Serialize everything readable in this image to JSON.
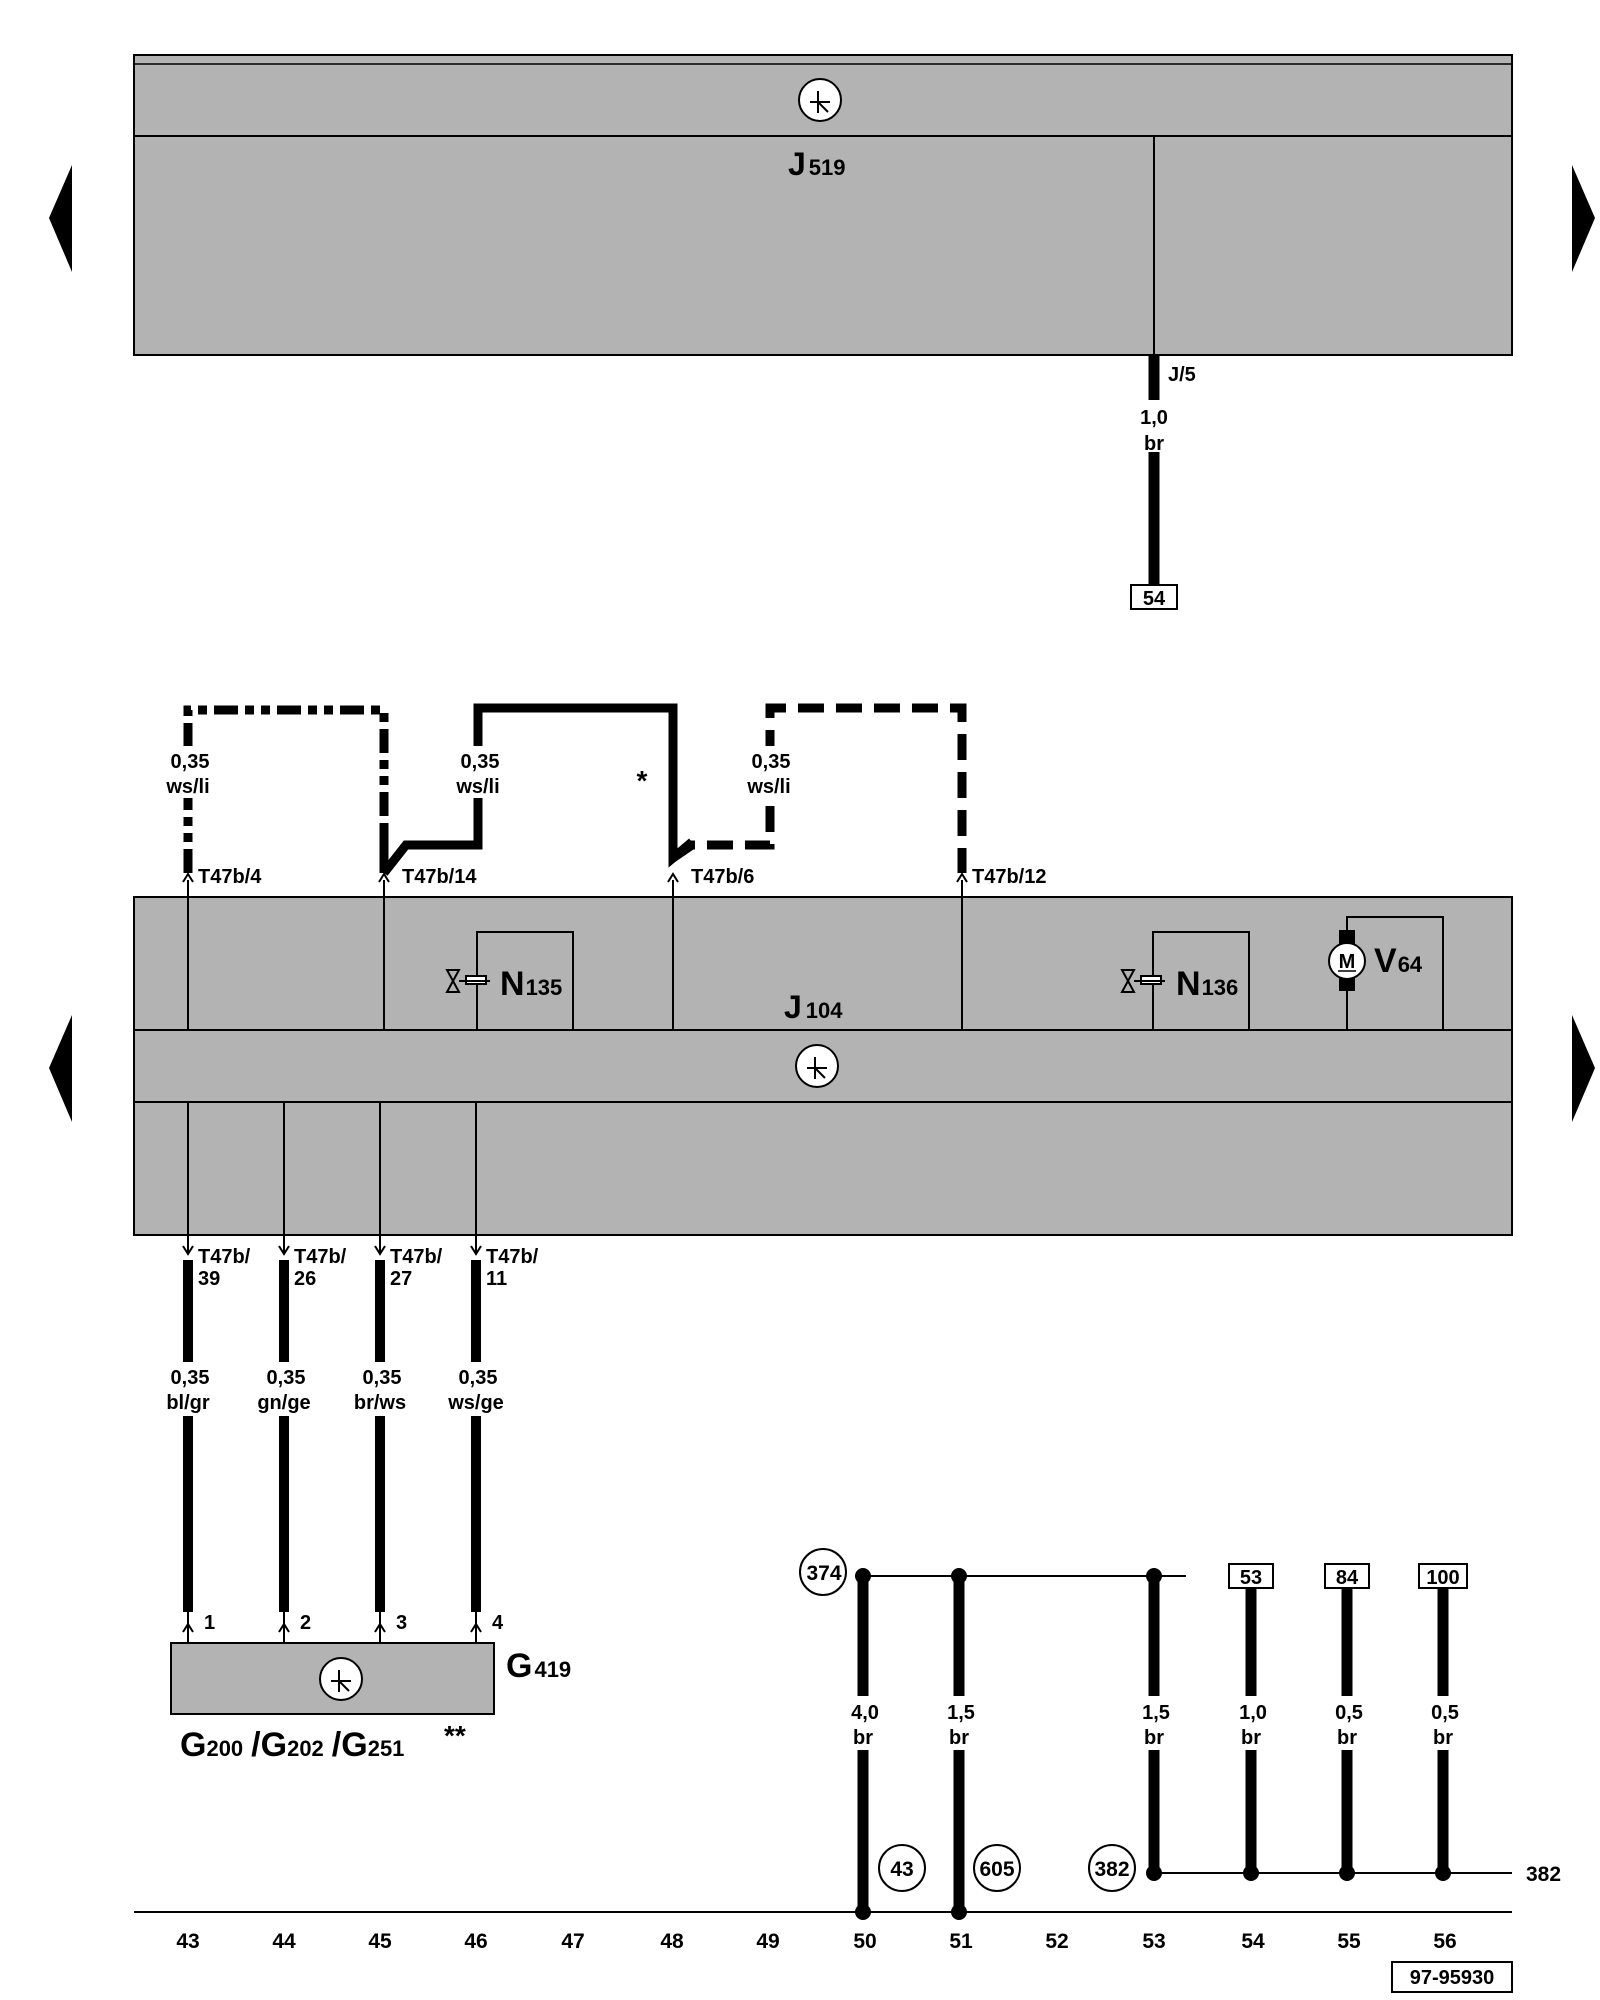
{
  "top_module": {
    "name_main": "J",
    "name_sub": "519",
    "pin": "J/5",
    "wire": {
      "gauge": "1,0",
      "color": "br"
    },
    "ref_box": "54"
  },
  "mid_module": {
    "name_main": "J",
    "name_sub": "104",
    "connectors_top": [
      "T47b/4",
      "T47b/14",
      "T47b/6",
      "T47b/12"
    ],
    "top_wires": [
      {
        "gauge": "0,35",
        "color": "ws/li",
        "style": "dotted"
      },
      {
        "gauge": "0,35",
        "color": "ws/li",
        "style": "solid"
      },
      {
        "gauge": "0,35",
        "color": "ws/li",
        "style": "dashed"
      }
    ],
    "asterisk": "*",
    "components": [
      {
        "main": "N",
        "sub": "135",
        "icon": "valve-icon"
      },
      {
        "main": "N",
        "sub": "136",
        "icon": "valve-icon"
      },
      {
        "main": "V",
        "sub": "64",
        "icon": "motor-icon",
        "motor_letter": "M"
      }
    ],
    "connectors_bottom": [
      {
        "line1": "T47b/",
        "line2": "39"
      },
      {
        "line1": "T47b/",
        "line2": "26"
      },
      {
        "line1": "T47b/",
        "line2": "27"
      },
      {
        "line1": "T47b/",
        "line2": "11"
      }
    ],
    "bottom_wires": [
      {
        "gauge": "0,35",
        "color": "bl/gr"
      },
      {
        "gauge": "0,35",
        "color": "gn/ge"
      },
      {
        "gauge": "0,35",
        "color": "br/ws"
      },
      {
        "gauge": "0,35",
        "color": "ws/ge"
      }
    ]
  },
  "sensor": {
    "pins": [
      "1",
      "2",
      "3",
      "4"
    ],
    "name_main": "G",
    "name_sub": "419",
    "group": [
      {
        "main": "G",
        "sub": "200"
      },
      {
        "main": "/G",
        "sub": "202"
      },
      {
        "main": "/G",
        "sub": "251"
      }
    ],
    "note": "**"
  },
  "ground": {
    "top_circle": "374",
    "wires": [
      {
        "gauge": "4,0",
        "color": "br"
      },
      {
        "gauge": "1,5",
        "color": "br"
      },
      {
        "gauge": "1,5",
        "color": "br"
      },
      {
        "gauge": "1,0",
        "color": "br"
      },
      {
        "gauge": "0,5",
        "color": "br"
      },
      {
        "gauge": "0,5",
        "color": "br"
      }
    ],
    "ref_boxes": [
      "53",
      "84",
      "100"
    ],
    "bottom_circles": [
      "43",
      "605",
      "382"
    ],
    "right_label": "382"
  },
  "footer": {
    "track_numbers": [
      "43",
      "44",
      "45",
      "46",
      "47",
      "48",
      "49",
      "50",
      "51",
      "52",
      "53",
      "54",
      "55",
      "56"
    ],
    "doc_id": "97-95930"
  },
  "colors": {
    "module_fill": "#b3b3b3",
    "line": "#000000",
    "background": "#ffffff"
  }
}
